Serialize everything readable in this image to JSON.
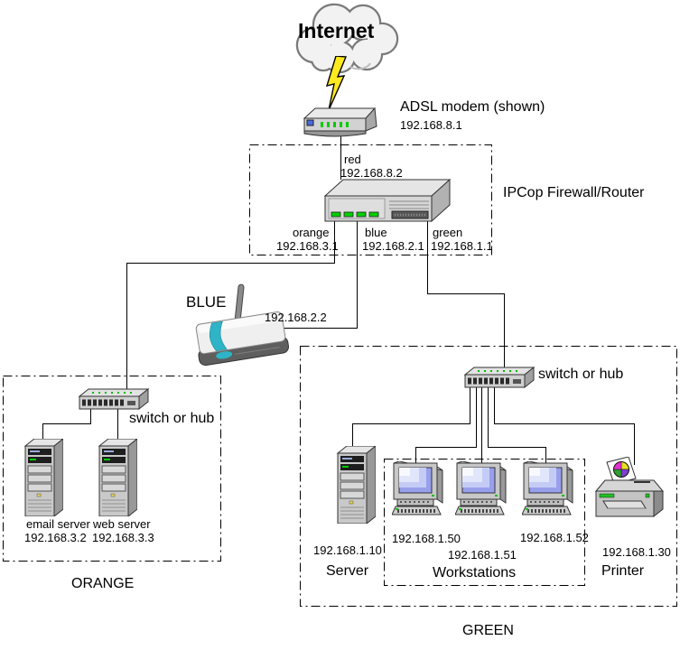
{
  "colors": {
    "background": "#ffffff",
    "line": "#000000",
    "led_green": "#00cc00",
    "lightning_yellow": "#ffe920",
    "ap_teal": "#2fb3c6",
    "screen_blue": "#98a0ec"
  },
  "diagram": {
    "internet": {
      "label": "Internet"
    },
    "adsl_modem": {
      "label": "ADSL modem (shown)",
      "ip": "192.168.8.1"
    },
    "ipcop": {
      "label": "IPCop Firewall/Router",
      "interfaces": {
        "red": {
          "name": "red",
          "ip": "192.168.8.2"
        },
        "orange": {
          "name": "orange",
          "ip": "192.168.3.1"
        },
        "blue": {
          "name": "blue",
          "ip": "192.168.2.1"
        },
        "green": {
          "name": "green",
          "ip": "192.168.1.1"
        }
      }
    },
    "blue_zone": {
      "label": "BLUE",
      "access_point_ip": "192.168.2.2"
    },
    "orange_zone": {
      "label": "ORANGE",
      "switch_label": "switch or hub",
      "email_server": {
        "name": "email server",
        "ip": "192.168.3.2"
      },
      "web_server": {
        "name": "web server",
        "ip": "192.168.3.3"
      }
    },
    "green_zone": {
      "label": "GREEN",
      "switch_label": "switch or hub",
      "server": {
        "label": "Server",
        "ip": "192.168.1.10"
      },
      "workstations": {
        "label": "Workstations",
        "ips": [
          "192.168.1.50",
          "192.168.1.51",
          "192.168.1.52"
        ]
      },
      "printer": {
        "label": "Printer",
        "ip": "192.168.1.30"
      }
    }
  }
}
